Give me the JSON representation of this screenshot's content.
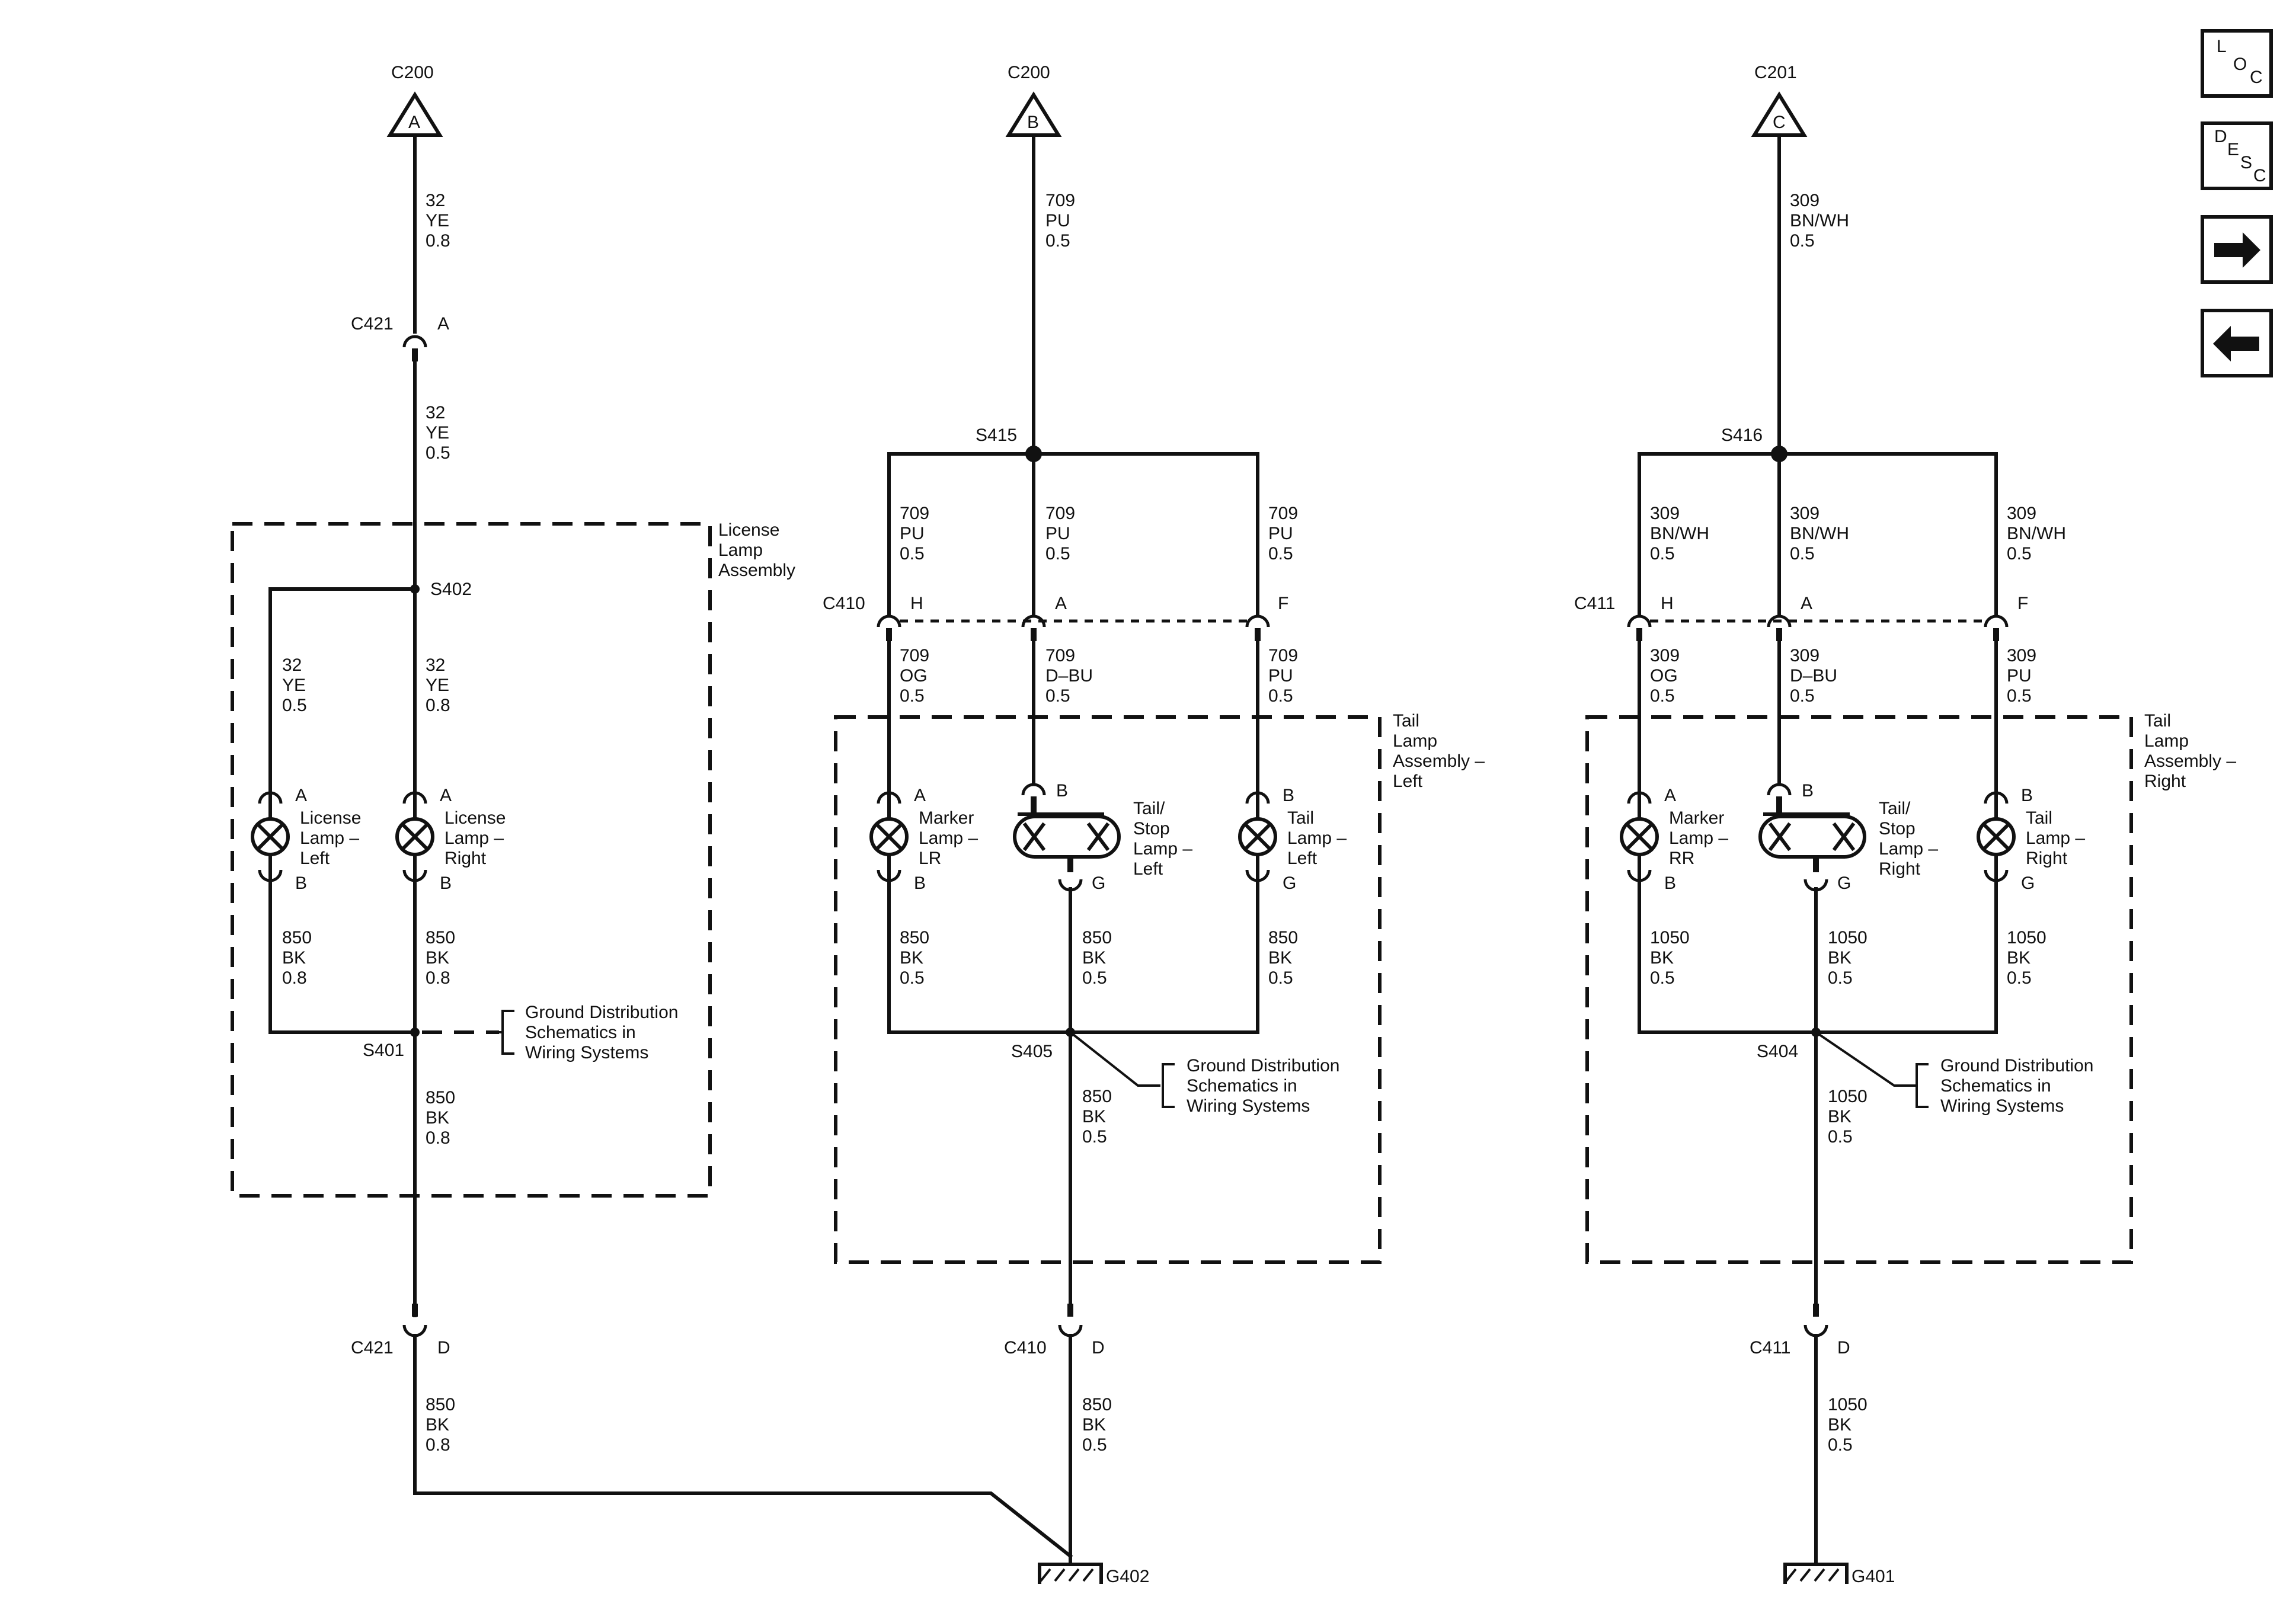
{
  "diagram": {
    "top_connectors": [
      {
        "name": "C200",
        "letter": "A"
      },
      {
        "name": "C200",
        "letter": "B"
      },
      {
        "name": "C201",
        "letter": "C"
      }
    ],
    "nav": {
      "loc": [
        "L",
        "O",
        "C"
      ],
      "desc": [
        "D",
        "E",
        "S",
        "C"
      ]
    },
    "circuit_license": {
      "wire_top": [
        "32",
        "YE",
        "0.8"
      ],
      "c421_top": {
        "name": "C421",
        "pin": "A"
      },
      "wire_mid": [
        "32",
        "YE",
        "0.5"
      ],
      "assembly": [
        "License",
        "Lamp",
        "Assembly"
      ],
      "splice_top": "S402",
      "wire_left": [
        "32",
        "YE",
        "0.5"
      ],
      "wire_right": [
        "32",
        "YE",
        "0.8"
      ],
      "lamp_left": {
        "label": [
          "License",
          "Lamp –",
          "Left"
        ],
        "pin_a": "A",
        "pin_b": "B"
      },
      "lamp_right": {
        "label": [
          "License",
          "Lamp –",
          "Right"
        ],
        "pin_a": "A",
        "pin_b": "B"
      },
      "wire_gnd_left": [
        "850",
        "BK",
        "0.8"
      ],
      "wire_gnd_right": [
        "850",
        "BK",
        "0.8"
      ],
      "ground_ref": [
        "Ground Distribution",
        "Schematics in",
        "Wiring Systems"
      ],
      "splice_gnd": "S401",
      "wire_down": [
        "850",
        "BK",
        "0.8"
      ],
      "c421_bot": {
        "name": "C421",
        "pin": "D"
      },
      "wire_bottom": [
        "850",
        "BK",
        "0.8"
      ]
    },
    "circuit_tail_left": {
      "wire_top": [
        "709",
        "PU",
        "0.5"
      ],
      "splice_top": "S415",
      "wire_l": [
        "709",
        "PU",
        "0.5"
      ],
      "wire_m": [
        "709",
        "PU",
        "0.5"
      ],
      "wire_r": [
        "709",
        "PU",
        "0.5"
      ],
      "connector": "C410",
      "pins": [
        "H",
        "A",
        "F"
      ],
      "wire_l2": [
        "709",
        "OG",
        "0.5"
      ],
      "wire_m2": [
        "709",
        "D–BU",
        "0.5"
      ],
      "wire_r2": [
        "709",
        "PU",
        "0.5"
      ],
      "assembly": [
        "Tail",
        "Lamp",
        "Assembly –",
        "Left"
      ],
      "lamp_marker": {
        "label": [
          "Marker",
          "Lamp –",
          "LR"
        ],
        "pin_a": "A",
        "pin_b": "B"
      },
      "lamp_stop": {
        "label": [
          "Tail/",
          "Stop",
          "Lamp –",
          "Left"
        ],
        "pin_top": "B",
        "pin_bot": "G"
      },
      "lamp_tail": {
        "label": [
          "Tail",
          "Lamp –",
          "Left"
        ],
        "pin_a": "B",
        "pin_b": "G"
      },
      "wire_g1": [
        "850",
        "BK",
        "0.5"
      ],
      "wire_g2": [
        "850",
        "BK",
        "0.5"
      ],
      "wire_g3": [
        "850",
        "BK",
        "0.5"
      ],
      "splice_gnd": "S405",
      "ground_ref": [
        "Ground Distribution",
        "Schematics in",
        "Wiring Systems"
      ],
      "wire_down": [
        "850",
        "BK",
        "0.5"
      ],
      "c_bot": {
        "name": "C410",
        "pin": "D"
      },
      "wire_bottom": [
        "850",
        "BK",
        "0.5"
      ],
      "ground": "G402"
    },
    "circuit_tail_right": {
      "wire_top": [
        "309",
        "BN/WH",
        "0.5"
      ],
      "splice_top": "S416",
      "wire_l": [
        "309",
        "BN/WH",
        "0.5"
      ],
      "wire_m": [
        "309",
        "BN/WH",
        "0.5"
      ],
      "wire_r": [
        "309",
        "BN/WH",
        "0.5"
      ],
      "connector": "C411",
      "pins": [
        "H",
        "A",
        "F"
      ],
      "wire_l2": [
        "309",
        "OG",
        "0.5"
      ],
      "wire_m2": [
        "309",
        "D–BU",
        "0.5"
      ],
      "wire_r2": [
        "309",
        "PU",
        "0.5"
      ],
      "assembly": [
        "Tail",
        "Lamp",
        "Assembly –",
        "Right"
      ],
      "lamp_marker": {
        "label": [
          "Marker",
          "Lamp –",
          "RR"
        ],
        "pin_a": "A",
        "pin_b": "B"
      },
      "lamp_stop": {
        "label": [
          "Tail/",
          "Stop",
          "Lamp –",
          "Right"
        ],
        "pin_top": "B",
        "pin_bot": "G"
      },
      "lamp_tail": {
        "label": [
          "Tail",
          "Lamp –",
          "Right"
        ],
        "pin_a": "B",
        "pin_b": "G"
      },
      "wire_g1": [
        "1050",
        "BK",
        "0.5"
      ],
      "wire_g2": [
        "1050",
        "BK",
        "0.5"
      ],
      "wire_g3": [
        "1050",
        "BK",
        "0.5"
      ],
      "splice_gnd": "S404",
      "ground_ref": [
        "Ground Distribution",
        "Schematics in",
        "Wiring Systems"
      ],
      "wire_down": [
        "1050",
        "BK",
        "0.5"
      ],
      "c_bot": {
        "name": "C411",
        "pin": "D"
      },
      "wire_bottom": [
        "1050",
        "BK",
        "0.5"
      ],
      "ground": "G401"
    }
  }
}
